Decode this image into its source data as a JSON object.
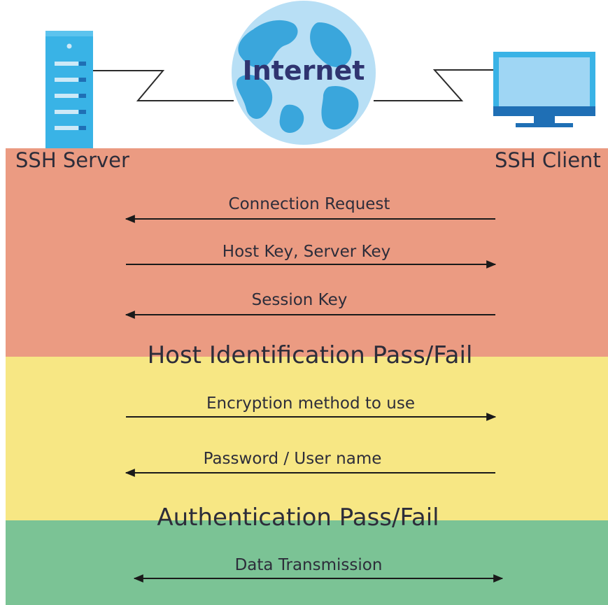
{
  "top": {
    "internet_label": "Internet"
  },
  "endpoints": {
    "server_label": "SSH Server",
    "client_label": "SSH Client"
  },
  "colors": {
    "host_phase_bg": "#eb9b82",
    "auth_phase_bg": "#f7e784",
    "data_phase_bg": "#7bc395",
    "device_blue": "#39b3e6",
    "device_dark_blue": "#1f6fb5",
    "globe_light": "#b8dff5",
    "globe_land": "#3aa6dc",
    "internet_text": "#2f3470",
    "text": "#2d2d3a"
  },
  "messages": {
    "connection_request": "Connection Request",
    "host_server_key": "Host Key, Server Key",
    "session_key": "Session Key",
    "encryption_method": "Encryption method to use",
    "password_user": "Password / User name",
    "data_transmission": "Data Transmission"
  },
  "phases": {
    "host_identification": "Host Identification Pass/Fail",
    "authentication": "Authentication Pass/Fail"
  }
}
